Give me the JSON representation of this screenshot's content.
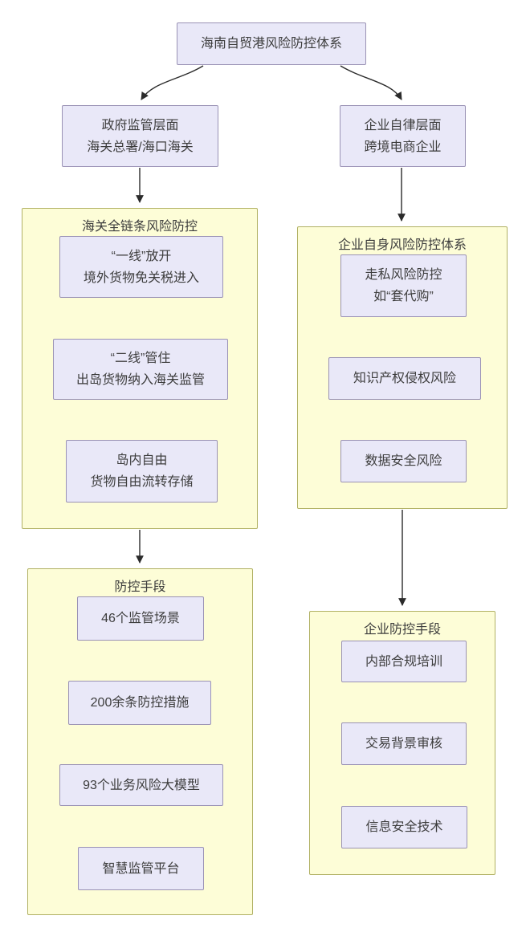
{
  "root": {
    "label": "海南自贸港风险防控体系"
  },
  "level2": {
    "government": {
      "line1": "政府监管层面",
      "line2": "海关总署/海口海关"
    },
    "enterprise": {
      "line1": "企业自律层面",
      "line2": "跨境电商企业"
    }
  },
  "groups": {
    "customs": {
      "title": "海关全链条风险防控",
      "first_line_open": {
        "line1": "“一线”放开",
        "line2": "境外货物免关税进入"
      },
      "second_line_control": {
        "line1": "“二线”管住",
        "line2": "出岛货物纳入海关监管"
      },
      "island_freedom": {
        "line1": "岛内自由",
        "line2": "货物自由流转存储"
      }
    },
    "enterprise_risk": {
      "title": "企业自身风险防控体系",
      "smuggling": {
        "line1": "走私风险防控",
        "line2": "如“套代购”"
      },
      "ip_infringement": {
        "label": "知识产权侵权风险"
      },
      "data_security": {
        "label": "数据安全风险"
      }
    },
    "measures": {
      "title": "防控手段",
      "scenarios": {
        "label": "46个监管场景"
      },
      "measures_count": {
        "label": "200余条防控措施"
      },
      "risk_models": {
        "label": "93个业务风险大模型"
      },
      "smart_platform": {
        "label": "智慧监管平台"
      }
    },
    "enterprise_measures": {
      "title": "企业防控手段",
      "compliance_training": {
        "label": "内部合规培训"
      },
      "transaction_review": {
        "label": "交易背景审核"
      },
      "info_security": {
        "label": "信息安全技术"
      }
    }
  },
  "colors": {
    "node-fill": "#E9E8F8",
    "node-border": "#9A92B5",
    "group-fill": "#FDFDD7",
    "group-border": "#B1B164",
    "arrow": "#2B2B2B",
    "text": "#3D3D3D",
    "background": "#FFFFFF"
  }
}
